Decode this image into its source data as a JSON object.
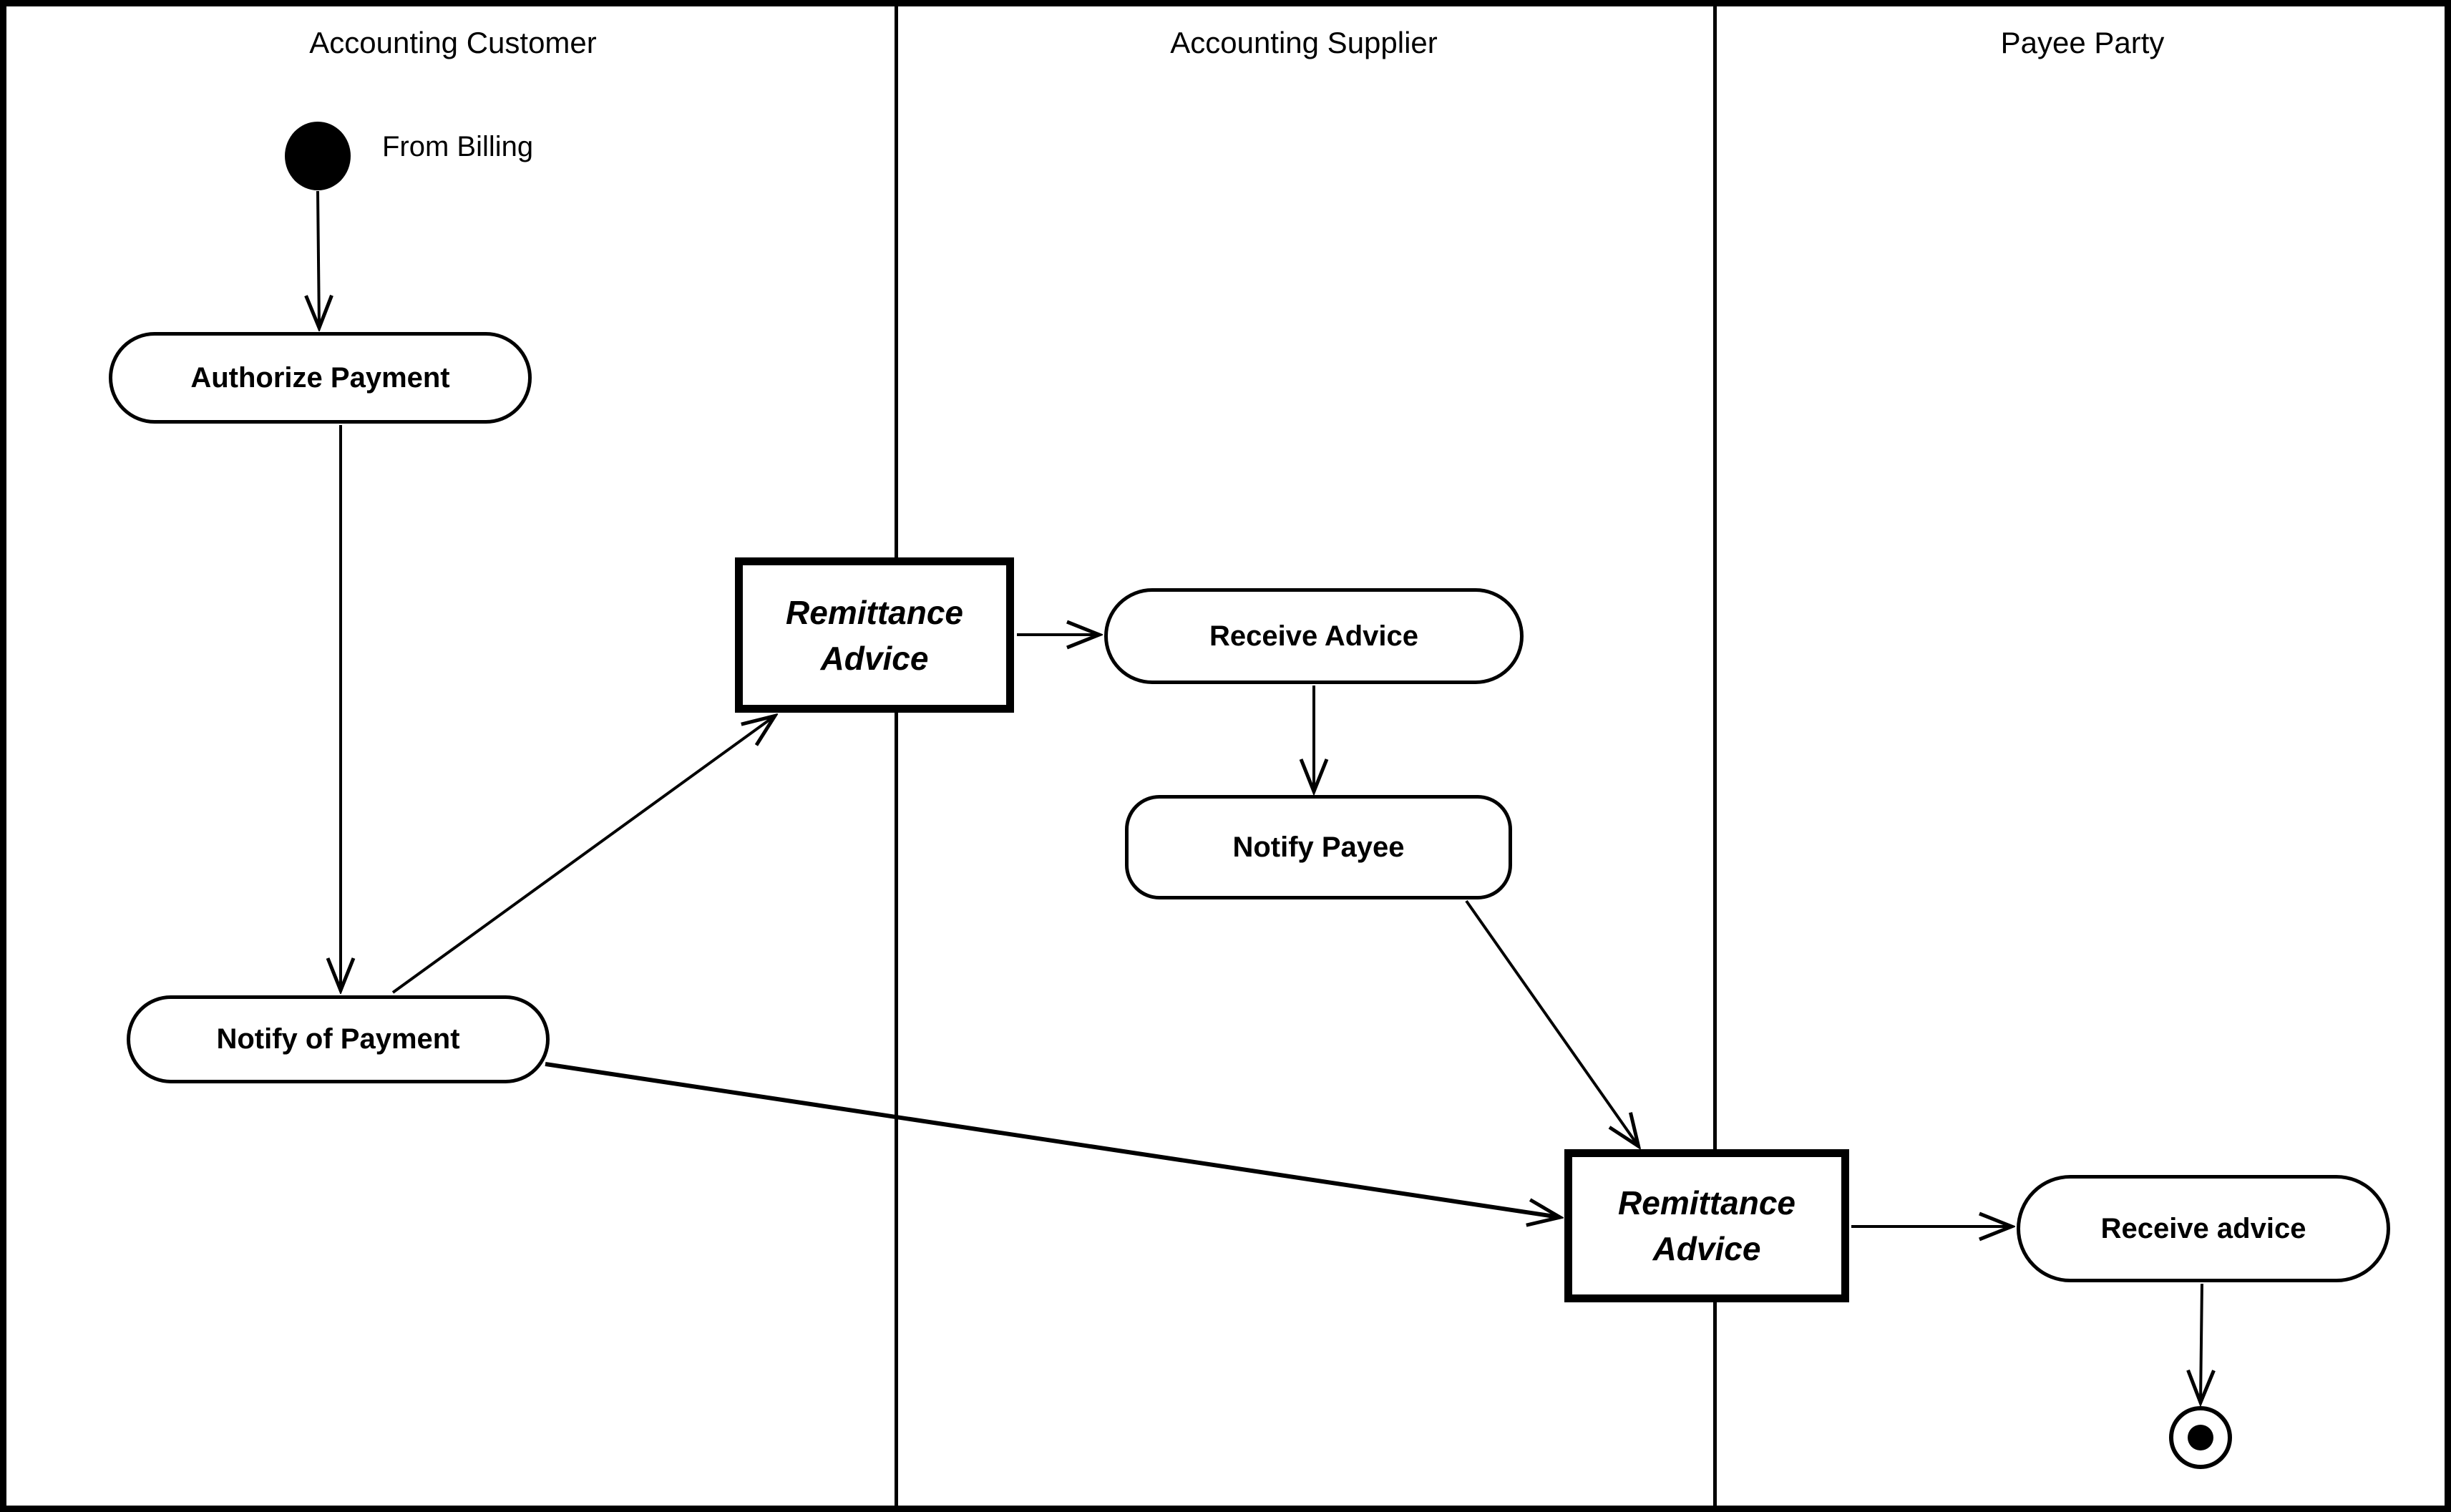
{
  "lanes": [
    {
      "label": "Accounting Customer"
    },
    {
      "label": "Accounting Supplier"
    },
    {
      "label": "Payee Party"
    }
  ],
  "start": {
    "label": "From Billing"
  },
  "activities": {
    "authorize_payment": {
      "label": "Authorize Payment"
    },
    "receive_advice_supplier": {
      "label": "Receive Advice"
    },
    "notify_payee": {
      "label": "Notify Payee"
    },
    "notify_of_payment": {
      "label": "Notify of Payment"
    },
    "receive_advice_payee": {
      "label": "Receive advice"
    }
  },
  "objects": {
    "remittance_advice_1": {
      "lines": [
        "Remittance",
        "Advice"
      ]
    },
    "remittance_advice_2": {
      "lines": [
        "Remittance",
        "Advice"
      ]
    }
  },
  "colors": {
    "ink": "#000000",
    "background": "#ffffff"
  }
}
